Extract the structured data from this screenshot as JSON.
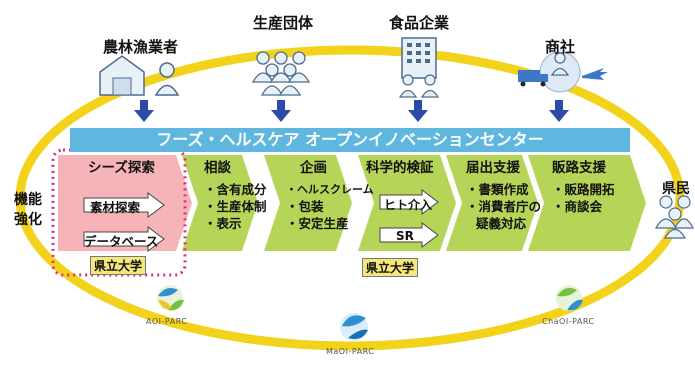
{
  "stakeholders": [
    {
      "label": "農林漁業者",
      "icon": "farm-icon"
    },
    {
      "label": "生産団体",
      "icon": "people-group-icon"
    },
    {
      "label": "食品企業",
      "icon": "building-icon"
    },
    {
      "label": "商社",
      "icon": "logistics-icon"
    }
  ],
  "banner": "フーズ・ヘルスケア オープンイノベーションセンター",
  "left_label": "機能\n強化",
  "right_label": "県民",
  "stages": [
    {
      "title": "シーズ探索",
      "items": [
        "素材探索",
        "データベース"
      ]
    },
    {
      "title": "相談",
      "items": [
        "・含有成分",
        "・生産体制",
        "・表示"
      ]
    },
    {
      "title": "企画",
      "items": [
        "・ヘルスクレーム",
        "・包装",
        "・安定生産"
      ]
    },
    {
      "title": "科学的検証",
      "items": [
        "ヒト介入",
        "SR"
      ]
    },
    {
      "title": "届出支援",
      "items": [
        "・書類作成",
        "・消費者庁の",
        "疑義対応"
      ]
    },
    {
      "title": "販路支援",
      "items": [
        "・販路開拓",
        "・商談会"
      ]
    }
  ],
  "university": [
    "県立大学",
    "県立大学"
  ],
  "logos": [
    "AOI-PARC",
    "MaOI-PARC",
    "ChaOI-PARC"
  ],
  "colors": {
    "ellipse": "#f2d21a",
    "banner": "#5fb7e0",
    "chevron": "#b6d558",
    "seeds": "#f6b3b8",
    "dotted": "#d6337a",
    "arrow": "#2c4aa8"
  }
}
